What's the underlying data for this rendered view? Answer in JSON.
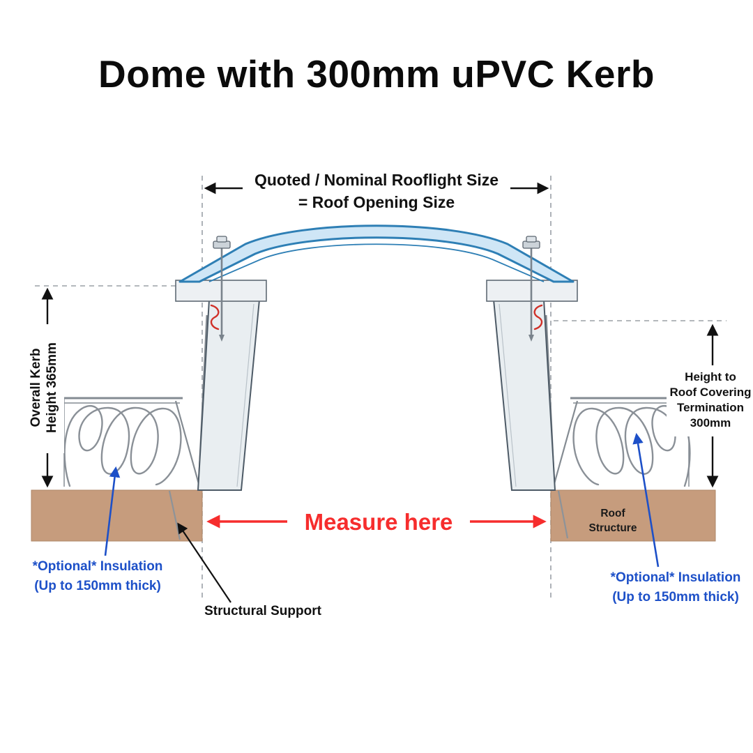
{
  "title": "Dome with 300mm uPVC Kerb",
  "dimensions": {
    "top": {
      "line1": "Quoted / Nominal Rooflight Size",
      "line2": "= Roof Opening Size"
    },
    "left": {
      "line1": "Overall Kerb",
      "line2": "Height 365mm"
    },
    "right": {
      "line1": "Height to",
      "line2": "Roof Covering",
      "line3": "Termination",
      "line4": "300mm"
    }
  },
  "labels": {
    "measure_here": "Measure here",
    "roof_structure": {
      "line1": "Roof",
      "line2": "Structure"
    },
    "insulation_left": {
      "line1": "*Optional* Insulation",
      "line2": "(Up to 150mm thick)"
    },
    "insulation_right": {
      "line1": "*Optional* Insulation",
      "line2": "(Up to 150mm thick)"
    },
    "structural_support": "Structural Support"
  },
  "colors": {
    "title_black": "#0b0b0b",
    "measure_red": "#f62d2d",
    "annotation_blue": "#1d50c8",
    "dome_blue": "#2e7fb5",
    "dome_fill": "#cfe6f6",
    "kerb_fill": "#e9eef1",
    "roof_tan": "#c69c7d",
    "insulation_gray": "#8a9097"
  }
}
